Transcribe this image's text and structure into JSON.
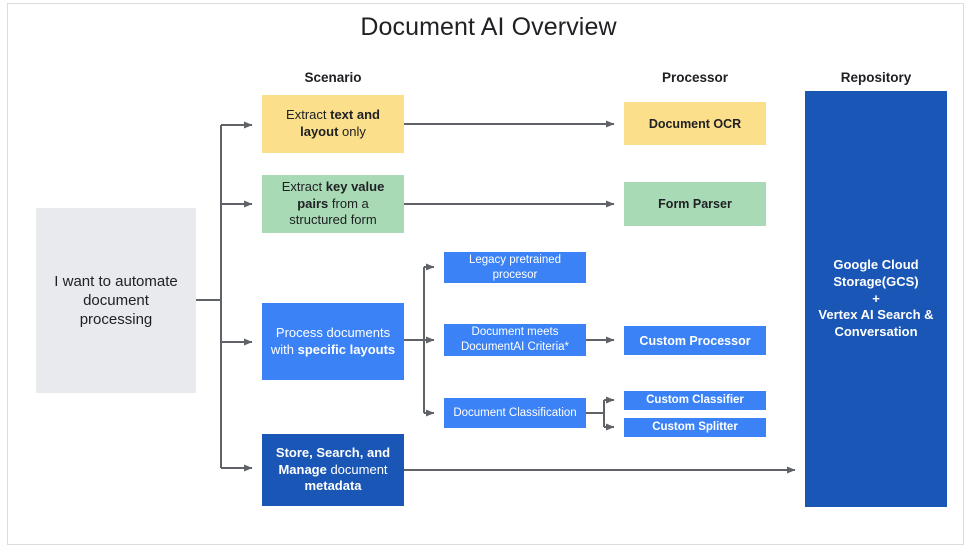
{
  "title": "Document AI Overview",
  "columns": {
    "scenario": "Scenario",
    "processor": "Processor",
    "repository": "Repository"
  },
  "intent": {
    "line1": "I want to automate",
    "line2": "document",
    "line3": "processing"
  },
  "scenarios": [
    {
      "id": "extract-text",
      "color": "#FBDF8A",
      "text_plain_1": "Extract ",
      "text_bold_1": "text and",
      "text_bold_2": "layout",
      "text_plain_2": " only"
    },
    {
      "id": "extract-kv",
      "color": "#A8DAB5",
      "text_plain_1": "Extract ",
      "text_bold_1": "key value",
      "text_bold_2": "pairs",
      "text_plain_2": " from a",
      "text_plain_3": "structured form"
    },
    {
      "id": "process-layout",
      "color": "#3B82F6",
      "text_plain_1": "Process documents",
      "text_plain_2": "with ",
      "text_bold_1": "specific layouts"
    },
    {
      "id": "store-search",
      "color": "#1A56B5",
      "text_bold_1": "Store, Search, and",
      "text_bold_2": "Manage",
      "text_plain_1": " document",
      "text_bold_3": "metadata"
    }
  ],
  "branches": {
    "legacy_line1": "Legacy pretrained",
    "legacy_line2": "procesor",
    "criteria_line1": "Document meets",
    "criteria_line2": "DocumentAI Criteria*",
    "classification": "Document Classification"
  },
  "processors": {
    "document_ocr": "Document OCR",
    "form_parser": "Form Parser",
    "custom_processor": "Custom Processor",
    "custom_classifier": "Custom Classifier",
    "custom_splitter": "Custom Splitter"
  },
  "repository": {
    "line1": "Google Cloud",
    "line2": "Storage(GCS)",
    "line3": "+",
    "line4": "Vertex AI Search &",
    "line5": "Conversation"
  },
  "colors": {
    "yellow": "#FBDF8A",
    "green": "#A8DAB5",
    "blue_light": "#3B82F6",
    "blue_dark": "#1A56B5",
    "grey_box": "#E8EAED",
    "connector": "#5F6368",
    "text_dark": "#202124"
  }
}
